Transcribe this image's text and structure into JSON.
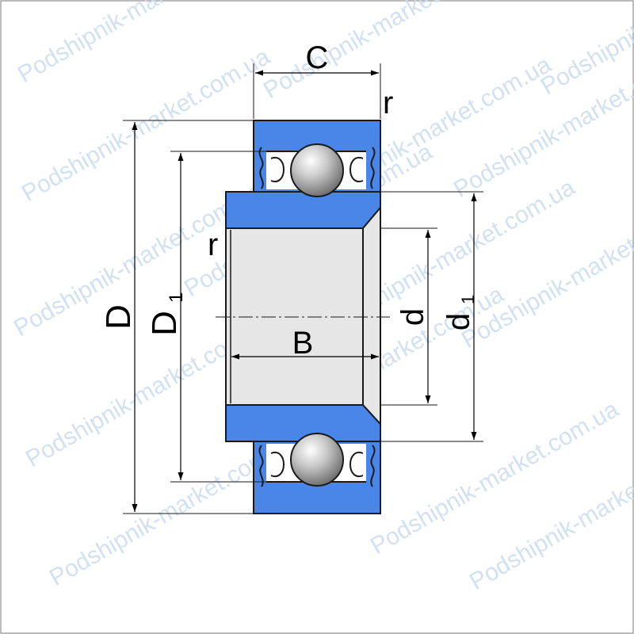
{
  "watermark": "Podshipnik-market.com.ua",
  "colors": {
    "ring": "#4a86e8",
    "bore": "#e6e6e6",
    "outline": "#1a1a1a",
    "watermark": "#c9dcef"
  },
  "labels": {
    "C": "C",
    "r_top": "r",
    "r_left": "r",
    "D": "D",
    "D1_main": "D",
    "D1_sub": "1",
    "B": "B",
    "d": "d",
    "d1_main": "d",
    "d1_sub": "1"
  }
}
